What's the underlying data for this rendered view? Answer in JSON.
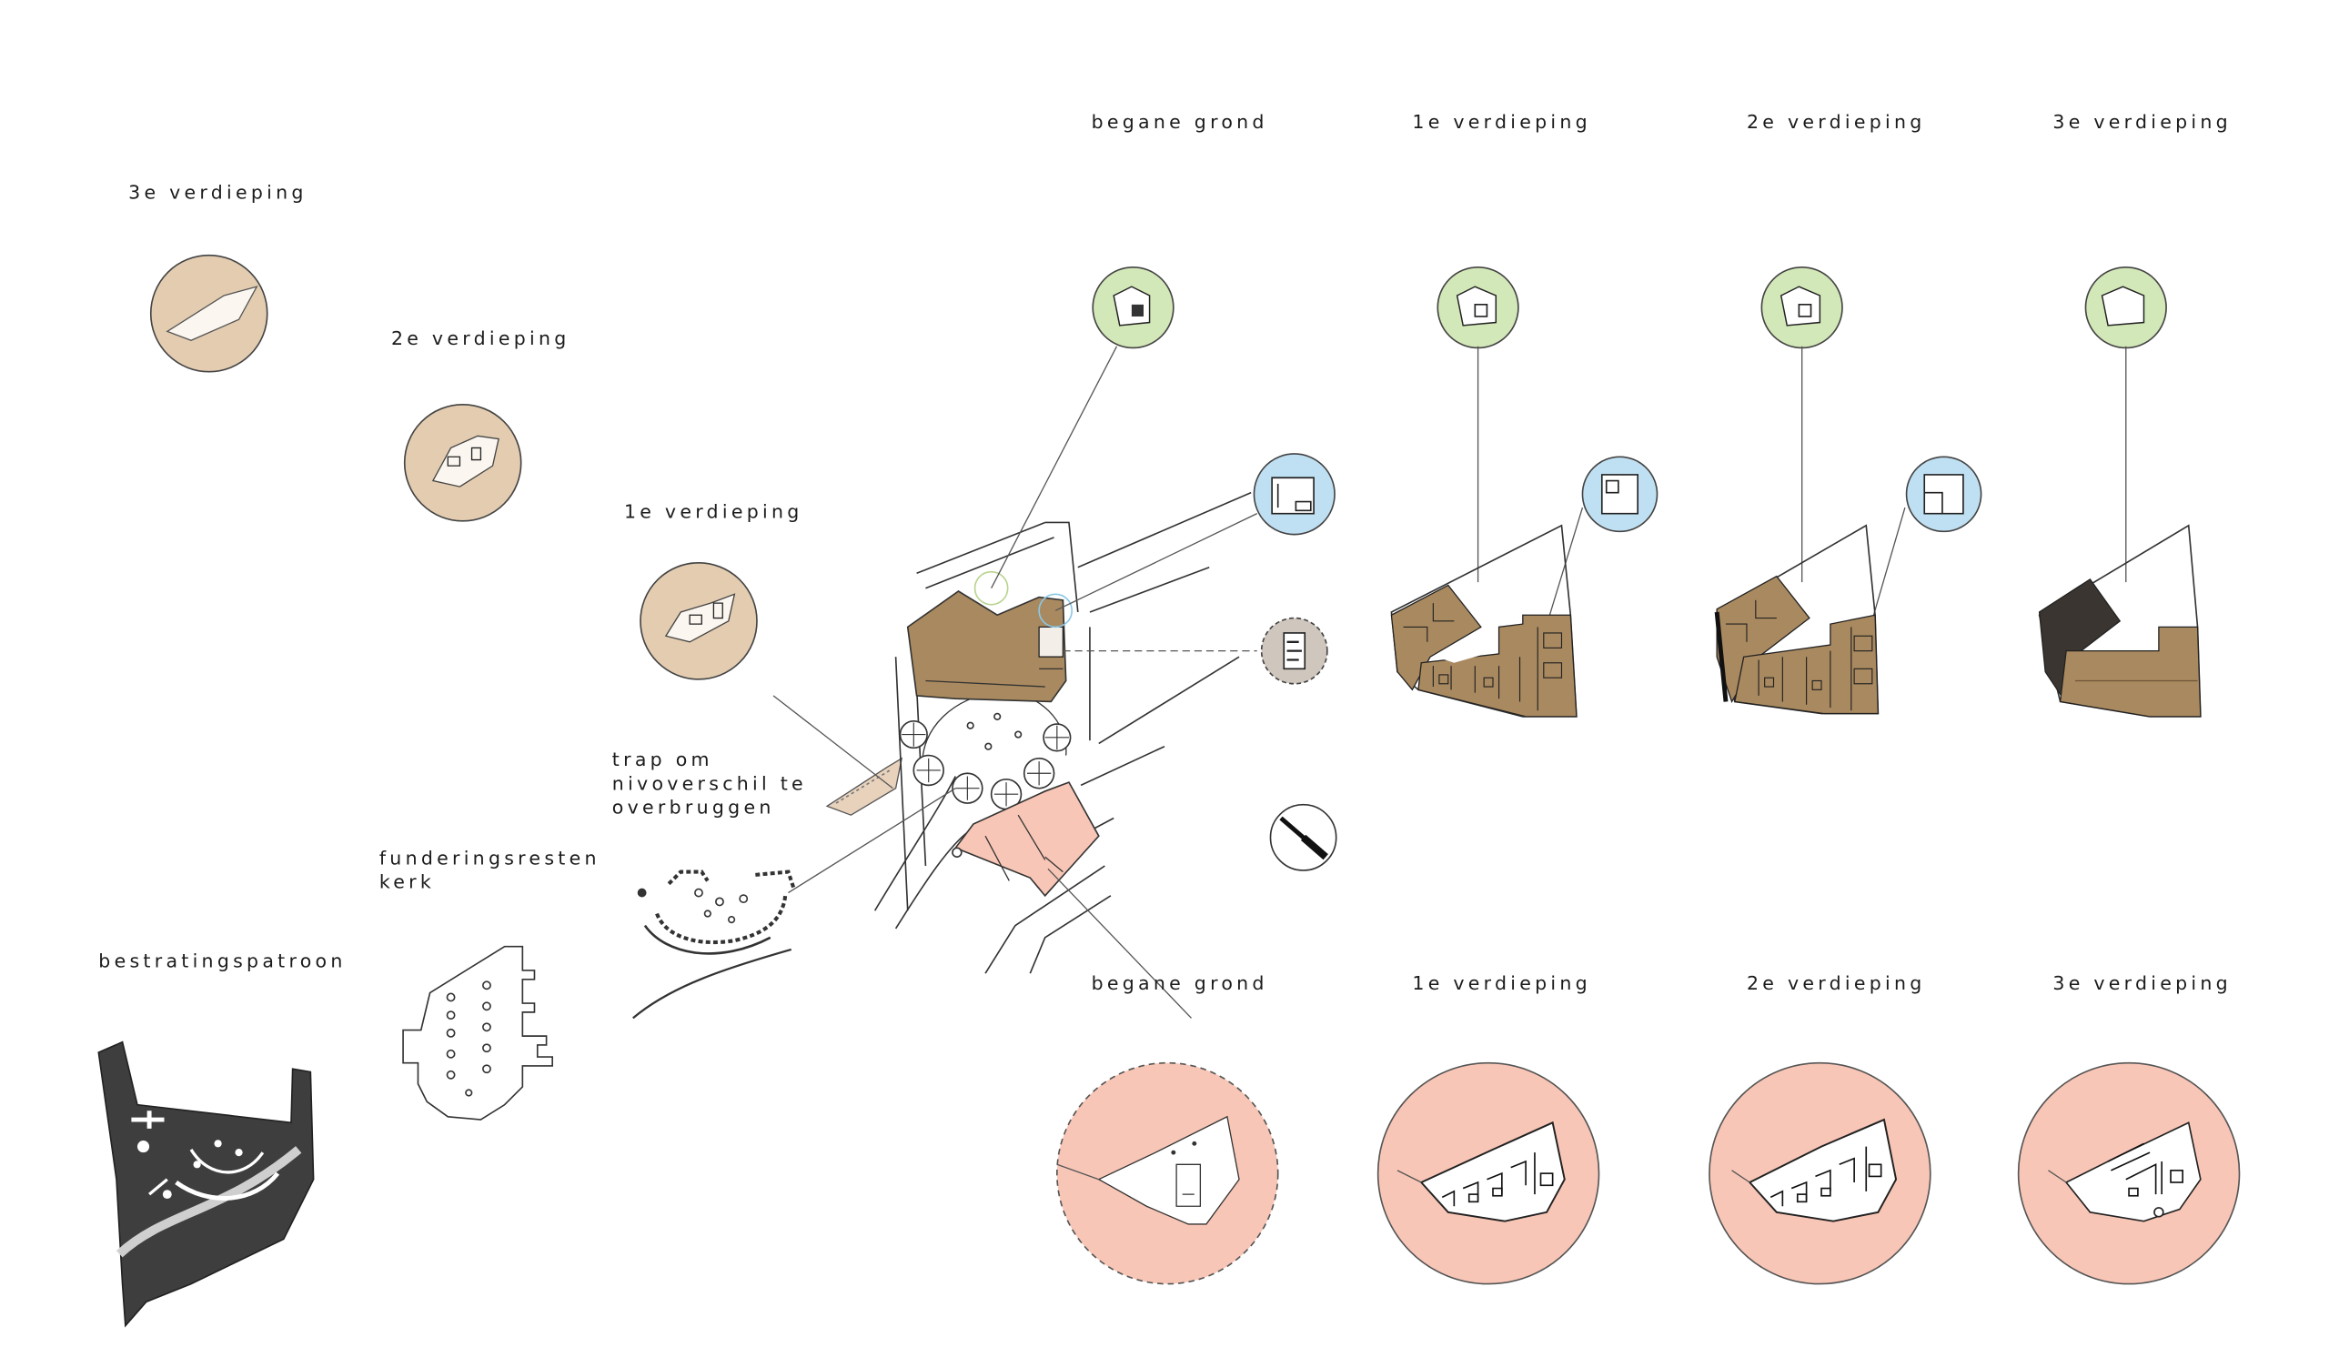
{
  "labels": {
    "left_3e": "3e verdieping",
    "left_2e": "2e verdieping",
    "left_1e": "1e verdieping",
    "trap_line1": "trap om",
    "trap_line2": "nivoverschil te",
    "trap_line3": "overbruggen",
    "fund_line1": "funderingsresten",
    "fund_line2": "kerk",
    "bestrating": "bestratingspatroon",
    "top_begane": "begane grond",
    "top_1e": "1e verdieping",
    "top_2e": "2e verdieping",
    "top_3e": "3e verdieping",
    "bottom_begane": "begane grond",
    "bottom_1e": "1e verdieping",
    "bottom_2e": "2e verdieping",
    "bottom_3e": "3e verdieping"
  },
  "colors": {
    "tan_circle": "#e3ccb0",
    "brown_plan": "#a9895f",
    "green_circle": "#d3e8b8",
    "blue_circle": "#bfe0f2",
    "salmon": "#f8c6b6",
    "grey_circle": "#cfc6bd",
    "dark_pattern": "#3e3e3e",
    "line": "#333333"
  }
}
